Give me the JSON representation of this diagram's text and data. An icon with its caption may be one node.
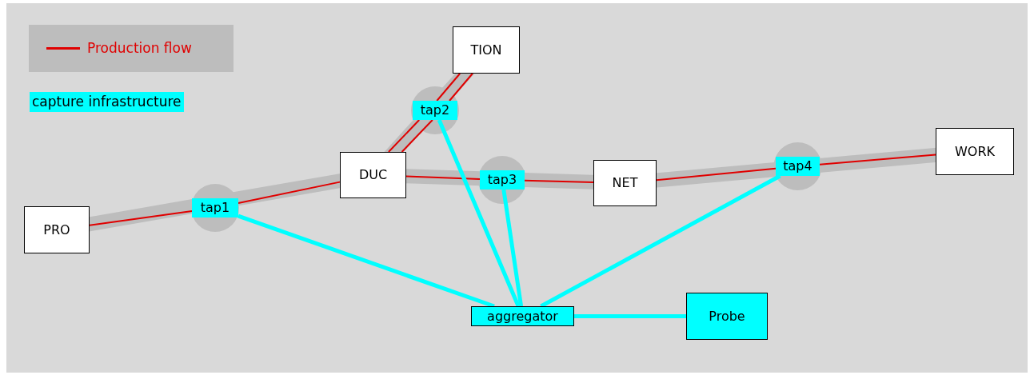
{
  "diagram": {
    "nodes": [
      {
        "text": [
          "PRO"
        ]
      },
      {
        "text": [
          "DUC"
        ]
      },
      {
        "text": [
          "TION"
        ]
      },
      {
        "text": [
          "NET"
        ]
      },
      {
        "text": [
          "WORK"
        ]
      },
      {
        "text": [
          "tap1"
        ]
      },
      {
        "text": [
          "tap2"
        ]
      },
      {
        "text": [
          "tap3"
        ]
      },
      {
        "text": [
          "tap4"
        ]
      },
      {
        "text": [
          "aggregator"
        ]
      },
      {
        "text": [
          "Probe"
        ]
      }
    ],
    "edges": [
      {
        "from": 0,
        "to": 5,
        "arrow": "none",
        "color": "#e00000"
      },
      {
        "from": 5,
        "to": 1,
        "arrow": "none",
        "color": "#e00000"
      },
      {
        "from": 1,
        "to": 6,
        "arrow": "none",
        "color": "#e00000"
      },
      {
        "from": 6,
        "to": 2,
        "arrow": "none",
        "color": "#e00000"
      },
      {
        "from": 2,
        "to": 6,
        "arrow": "none",
        "color": "#e00000"
      },
      {
        "from": 6,
        "to": 1,
        "arrow": "none",
        "color": "#e00000"
      },
      {
        "from": 1,
        "to": 7,
        "arrow": "none",
        "color": "#e00000"
      },
      {
        "from": 7,
        "to": 3,
        "arrow": "none",
        "color": "#e00000"
      },
      {
        "from": 3,
        "to": 8,
        "arrow": "none",
        "color": "#e00000"
      },
      {
        "from": 8,
        "to": 4,
        "arrow": "none",
        "color": "#e00000"
      },
      {
        "from": 5,
        "to": 9,
        "arrow": "none",
        "style": "thick",
        "color": "#00ffff"
      },
      {
        "from": 6,
        "to": 9,
        "arrow": "none",
        "style": "thick",
        "color": "#00ffff"
      },
      {
        "from": 7,
        "to": 9,
        "arrow": "none",
        "style": "thick",
        "color": "#00ffff"
      },
      {
        "from": 8,
        "to": 9,
        "arrow": "none",
        "style": "thick",
        "color": "#00ffff"
      },
      {
        "from": 9,
        "to": 10,
        "arrow": "none",
        "style": "thick",
        "color": "#00ffff"
      }
    ],
    "legend": [
      {
        "text": "Production flow"
      },
      {
        "text": "capture infrastructure",
        "color": "#00ffff"
      }
    ]
  }
}
